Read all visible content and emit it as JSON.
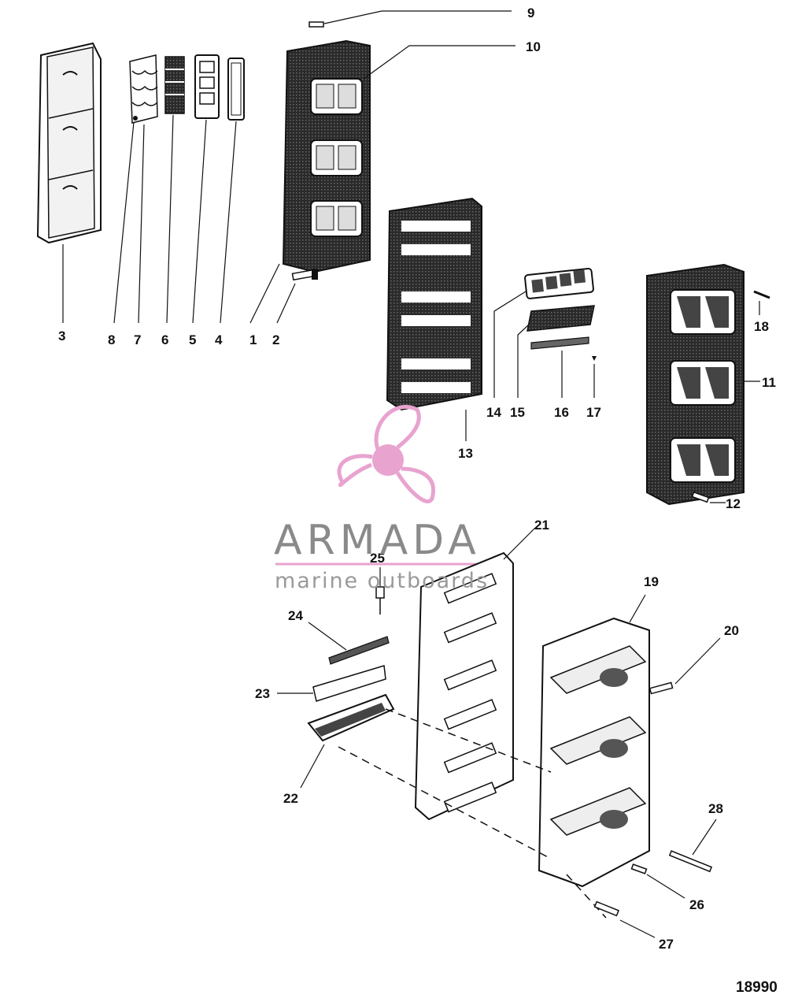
{
  "callouts": [
    "1",
    "2",
    "3",
    "4",
    "5",
    "6",
    "7",
    "8",
    "9",
    "10",
    "11",
    "12",
    "13",
    "14",
    "15",
    "16",
    "17",
    "18",
    "19",
    "20",
    "21",
    "22",
    "23",
    "24",
    "25",
    "26",
    "27",
    "28"
  ],
  "watermark": {
    "brand": "ARMADA",
    "tagline": "marine outboards"
  },
  "drawing_number": "18990",
  "colors": {
    "ink": "#111111",
    "watermark_pink": "#e8a3cf",
    "watermark_gray": "#8a8a8a"
  },
  "icons": [
    "propeller-logo-icon"
  ]
}
